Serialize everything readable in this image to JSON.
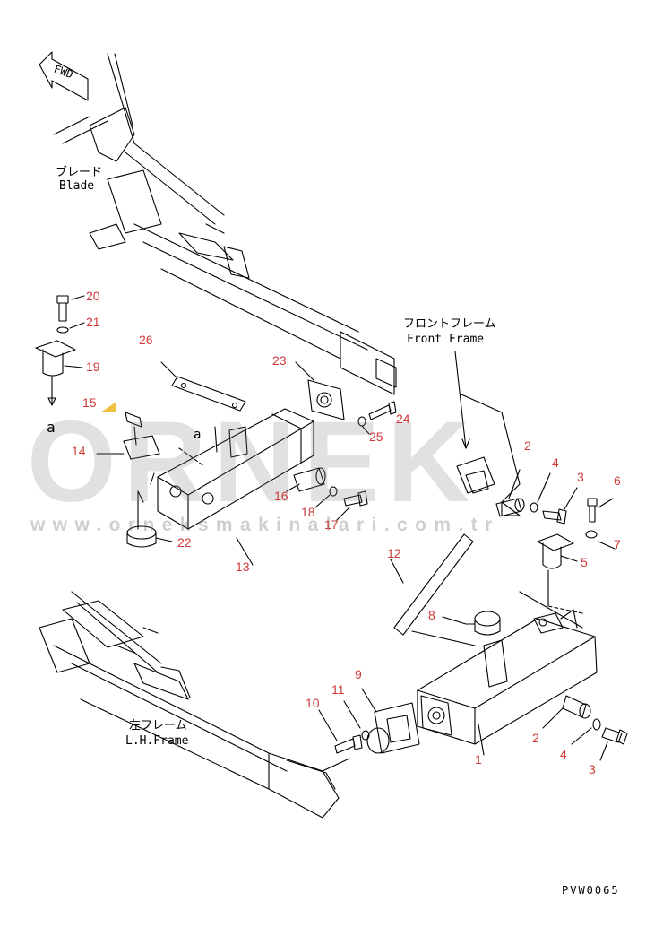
{
  "labels": {
    "fwd": "FWD",
    "blade_jp": "ブレード",
    "blade_en": "Blade",
    "front_frame_jp": "フロントフレーム",
    "front_frame_en": "Front Frame",
    "lh_frame_jp": "左フレーム",
    "lh_frame_en": "L.H.Frame",
    "ref_a": "a",
    "drawing_code": "PVW0065"
  },
  "watermark": {
    "brand": "ORNEK",
    "url": "www.orneksmakinalari.com.tr"
  },
  "part_numbers": {
    "p1": "1",
    "p2a": "2",
    "p2b": "2",
    "p3a": "3",
    "p3b": "3",
    "p4a": "4",
    "p4b": "4",
    "p5": "5",
    "p6": "6",
    "p7": "7",
    "p8": "8",
    "p9": "9",
    "p10": "10",
    "p11": "11",
    "p12": "12",
    "p13": "13",
    "p14": "14",
    "p15": "15",
    "p16": "16",
    "p17": "17",
    "p18": "18",
    "p19": "19",
    "p20": "20",
    "p21": "21",
    "p22": "22",
    "p23": "23",
    "p24": "24",
    "p25": "25",
    "p26": "26"
  },
  "colors": {
    "line": "#000000",
    "callout": "#d03a3a",
    "watermark": "#8c8c8c",
    "accent": "#f0c040"
  }
}
